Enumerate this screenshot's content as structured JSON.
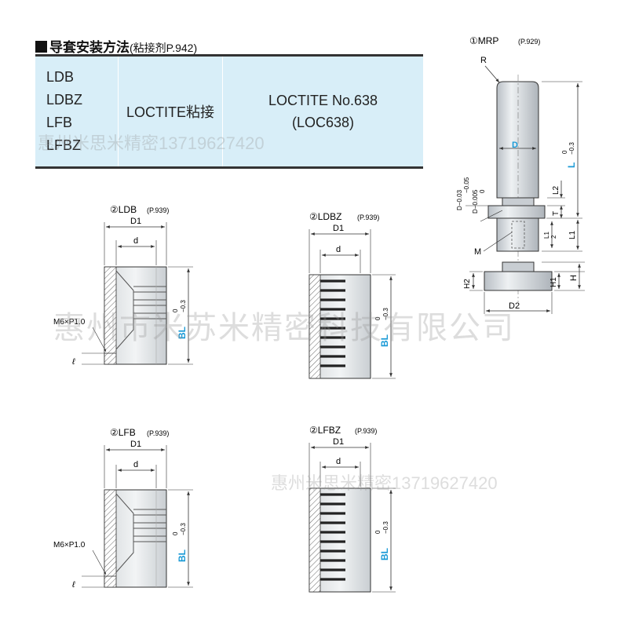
{
  "header": {
    "title": "导套安装方法",
    "subtitle": "(粘接剂P.942)"
  },
  "adhesive_table": {
    "models": [
      "LDB",
      "LDBZ",
      "LFB",
      "LFBZ"
    ],
    "method": "LOCTITE粘接",
    "product_line1": "LOCTITE No.638",
    "product_line2": "(LOC638)"
  },
  "watermarks": {
    "wm1": "惠州米思米精密13719627420",
    "wm2": "惠州市米苏米精密科技有限公司",
    "wm3": "惠州米思米精密13719627420"
  },
  "colors": {
    "accent_label": "#1a9ad6",
    "table_bg": "#d8eef8"
  },
  "drawings": {
    "mrp": {
      "title": "①MRP",
      "ref": "(P.929)",
      "labels": {
        "R": "R",
        "D": "D",
        "L": "L",
        "L_tol_upper": "0",
        "L_tol_lower": "−0.3",
        "L2": "L2",
        "T": "T",
        "L1": "L1",
        "L1_small": "L1",
        "two": "2",
        "M": "M",
        "D_tol_a": "D−0.03",
        "D_tol_a2": "−0.05",
        "D_tol_b": "D−0.005",
        "D_tol_b2": "0",
        "H": "H",
        "H1": "H1",
        "H2": "H2",
        "D2": "D2"
      }
    },
    "ldb": {
      "title": "②LDB",
      "ref": "(P.939)",
      "labels": {
        "D1": "D1",
        "d": "d",
        "thread": "M6×P1.0",
        "ell": "ℓ",
        "BL": "BL",
        "BL_tol_upper": "0",
        "BL_tol_lower": "−0.3"
      }
    },
    "ldbz": {
      "title": "②LDBZ",
      "ref": "(P.939)",
      "labels": {
        "D1": "D1",
        "d": "d",
        "BL": "BL",
        "BL_tol_upper": "0",
        "BL_tol_lower": "−0.3"
      }
    },
    "lfb": {
      "title": "②LFB",
      "ref": "(P.939)",
      "labels": {
        "D1": "D1",
        "d": "d",
        "thread": "M6×P1.0",
        "ell": "ℓ",
        "BL": "BL",
        "BL_tol_upper": "0",
        "BL_tol_lower": "−0.3"
      }
    },
    "lfbz": {
      "title": "②LFBZ",
      "ref": "(P.939)",
      "labels": {
        "D1": "D1",
        "d": "d",
        "BL": "BL",
        "BL_tol_upper": "0",
        "BL_tol_lower": "−0.3"
      }
    }
  }
}
